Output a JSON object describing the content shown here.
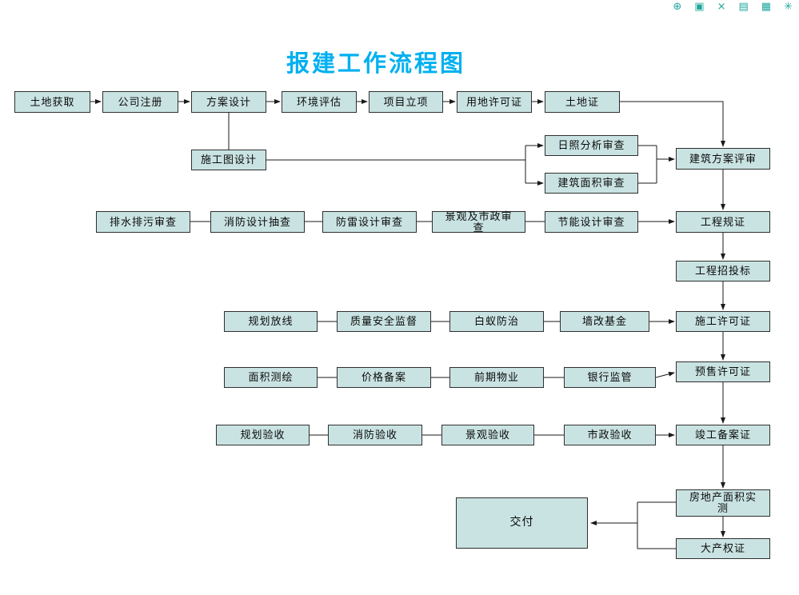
{
  "title": "报建工作流程图",
  "colors": {
    "title_text": "#00b0f0",
    "node_fill": "#c9e3e2",
    "node_border": "#2f2f2f",
    "connector": "#1a1a1a",
    "toolbar_icon": "#1fa79b"
  },
  "toolbar": {
    "icons": [
      {
        "name": "zoom",
        "glyph": "⊕"
      },
      {
        "name": "copy",
        "glyph": "▣"
      },
      {
        "name": "close",
        "glyph": "×"
      },
      {
        "name": "save",
        "glyph": "▤"
      },
      {
        "name": "chart",
        "glyph": "▦"
      },
      {
        "name": "settings",
        "glyph": "✳"
      }
    ]
  },
  "nodes": {
    "land_acquire": "土地获取",
    "company_register": "公司注册",
    "scheme_design": "方案设计",
    "env_assess": "环境评估",
    "project_approval": "项目立项",
    "land_use_permit": "用地许可证",
    "land_cert": "土地证",
    "construction_drawing": "施工图设计",
    "sunlight_review": "日照分析审查",
    "floor_area_review": "建筑面积审查",
    "scheme_review": "建筑方案评审",
    "drainage_review": "排水排污审查",
    "fire_design_check": "消防设计抽查",
    "lightning_review": "防雷设计审查",
    "landscape_municipal_review": "景观及市政审查",
    "energy_review": "节能设计审查",
    "project_permit": "工程规证",
    "bidding": "工程招投标",
    "planning_layout": "规划放线",
    "quality_safety": "质量安全监督",
    "termite": "白蚁防治",
    "wall_fund": "墙改基金",
    "construction_permit": "施工许可证",
    "area_survey": "面积测绘",
    "price_record": "价格备案",
    "early_property": "前期物业",
    "bank_supervision": "银行监管",
    "presale_permit": "预售许可证",
    "planning_acceptance": "规划验收",
    "fire_acceptance": "消防验收",
    "landscape_acceptance": "景观验收",
    "municipal_acceptance": "市政验收",
    "completion_record": "竣工备案证",
    "area_measure": "房地产面积实测",
    "property_cert": "大产权证",
    "delivery": "交付"
  }
}
